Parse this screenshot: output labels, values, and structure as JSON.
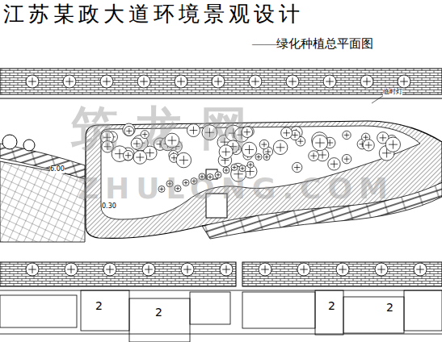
{
  "diagram": {
    "title": "江苏某政大道环境景观设计",
    "labels": [
      "——绿化种植总平面图",
      "临时灯",
      "6.00",
      "0.30",
      "2",
      "2",
      "2",
      "2",
      "筑龙网",
      "ZHULONG.COM"
    ]
  }
}
